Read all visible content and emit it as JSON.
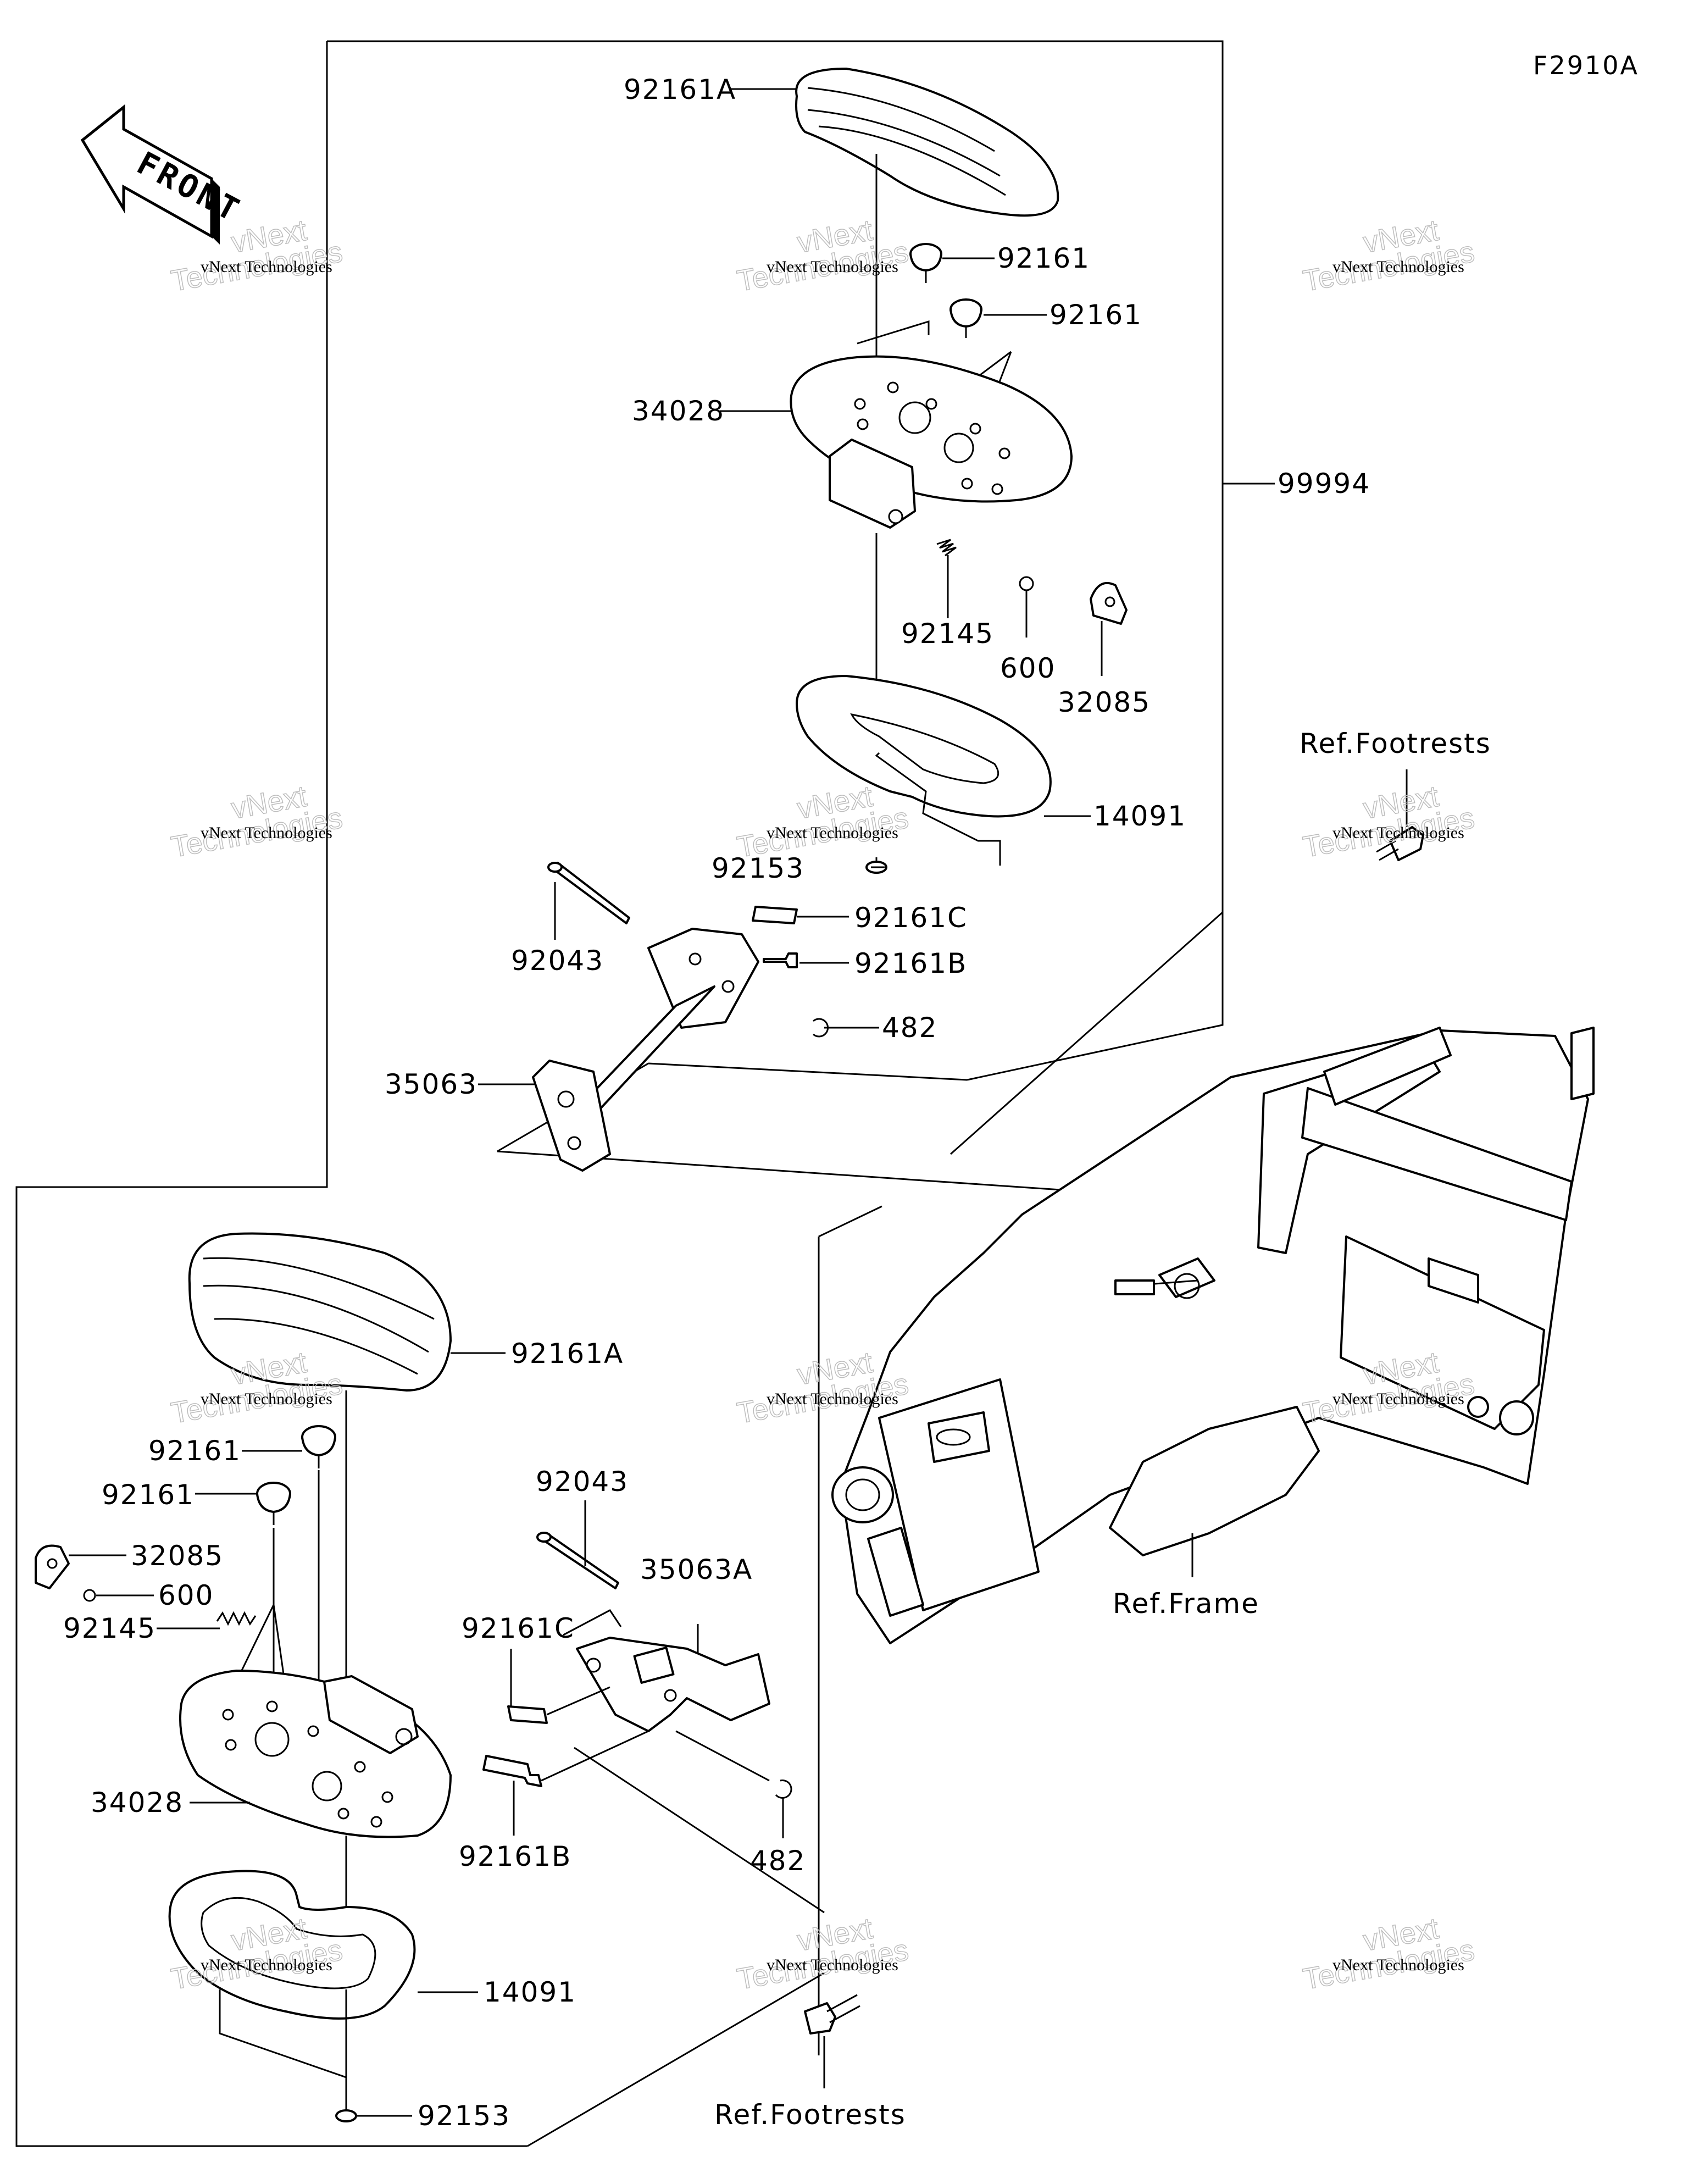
{
  "diagram_code": "F2910A",
  "direction_label": "FRONT",
  "watermark": {
    "line1": "vNext Technologies",
    "line2": "Technologies",
    "line3": "vNext"
  },
  "labels": {
    "top_92161A": "92161A",
    "top_92161_a": "92161",
    "top_92161_b": "92161",
    "top_34028": "34028",
    "top_99994": "99994",
    "top_92145": "92145",
    "top_600": "600",
    "top_32085": "32085",
    "top_14091": "14091",
    "top_92153": "92153",
    "top_92161C": "92161C",
    "top_92043": "92043",
    "top_92161B": "92161B",
    "top_482": "482",
    "top_35063": "35063",
    "ref_footrests_right": "Ref.Footrests",
    "bot_92161A": "92161A",
    "bot_92161_a": "92161",
    "bot_92161_b": "92161",
    "bot_32085": "32085",
    "bot_600": "600",
    "bot_92145": "92145",
    "bot_34028": "34028",
    "bot_14091": "14091",
    "bot_92153": "92153",
    "bot_92043": "92043",
    "bot_35063A": "35063A",
    "bot_92161C": "92161C",
    "bot_92161B": "92161B",
    "bot_482": "482",
    "ref_frame": "Ref.Frame",
    "ref_footrests_bottom": "Ref.Footrests"
  }
}
